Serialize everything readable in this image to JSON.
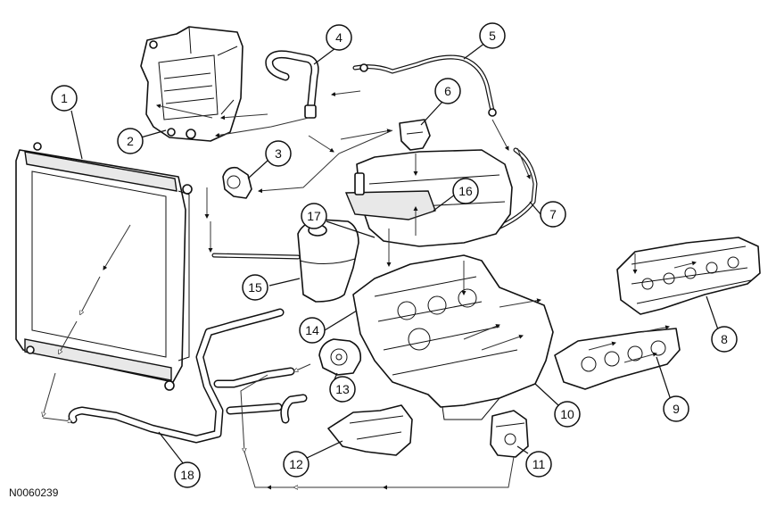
{
  "figure_id": "N0060239",
  "callouts": [
    {
      "number": "1"
    },
    {
      "number": "2"
    },
    {
      "number": "3"
    },
    {
      "number": "4"
    },
    {
      "number": "5"
    },
    {
      "number": "6"
    },
    {
      "number": "7"
    },
    {
      "number": "8"
    },
    {
      "number": "9"
    },
    {
      "number": "10"
    },
    {
      "number": "11"
    },
    {
      "number": "12"
    },
    {
      "number": "13"
    },
    {
      "number": "14"
    },
    {
      "number": "15"
    },
    {
      "number": "16"
    },
    {
      "number": "17"
    },
    {
      "number": "18"
    }
  ]
}
